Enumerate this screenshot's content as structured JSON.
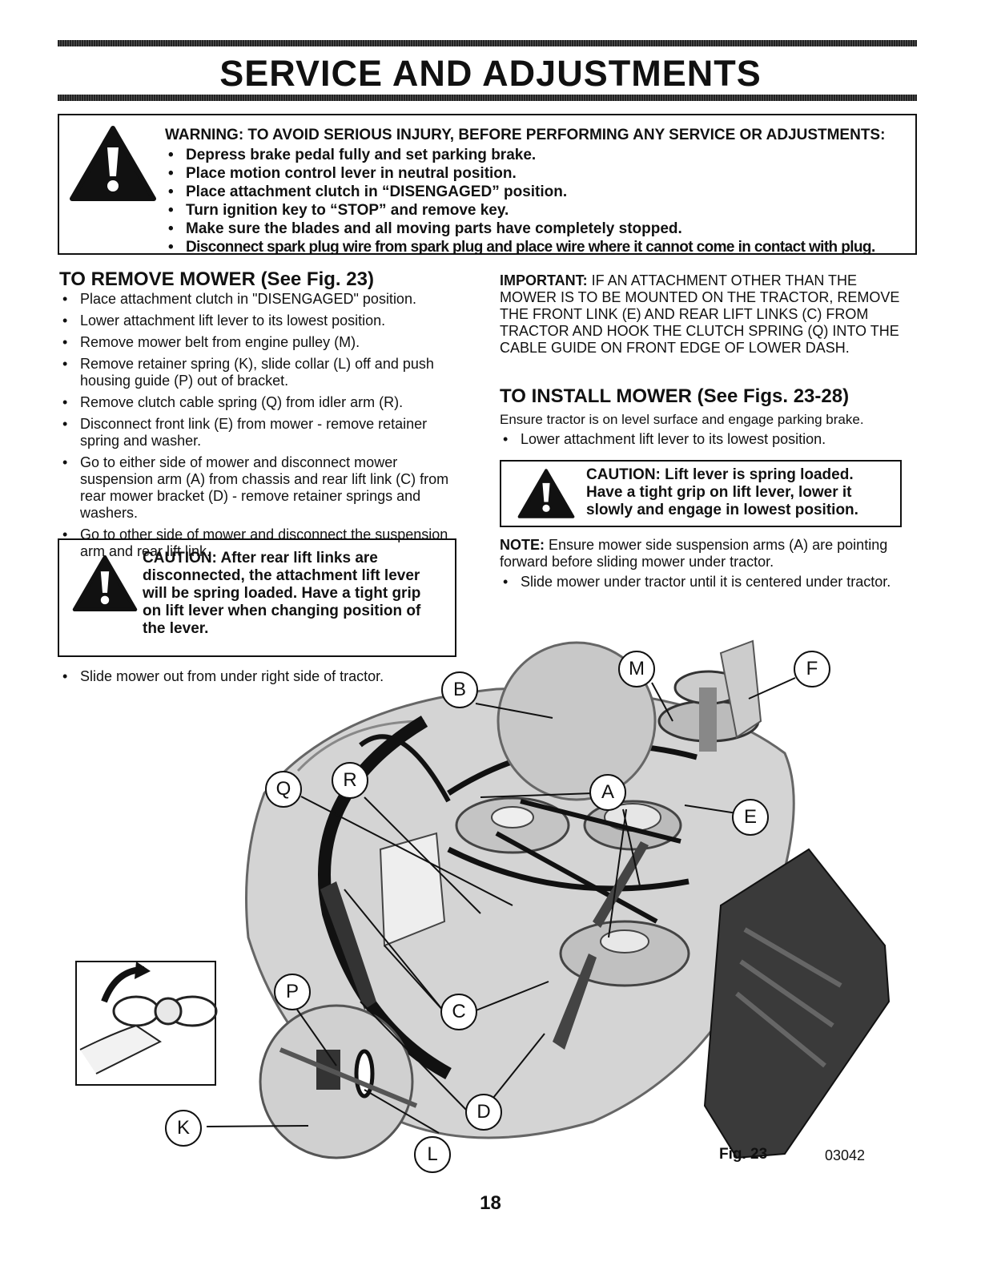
{
  "title": "SERVICE AND ADJUSTMENTS",
  "warning": {
    "heading": "WARNING: TO AVOID SERIOUS INJURY, BEFORE PERFORMING ANY SERVICE OR ADJUSTMENTS:",
    "items": [
      "Depress brake pedal fully and set parking brake.",
      "Place motion control lever in neutral position.",
      "Place attachment clutch in “DISENGAGED” position.",
      "Turn ignition key to “STOP” and remove key.",
      "Make sure the blades and all moving parts have completely stopped.",
      "Disconnect spark plug wire from spark plug and place wire where it cannot come in contact with plug."
    ]
  },
  "remove": {
    "heading": "TO REMOVE MOWER (See Fig. 23)",
    "steps": [
      "Place attachment clutch in \"DISENGAGED\" position.",
      "Lower attachment lift lever to its lowest position.",
      "Remove mower belt from engine pulley (M).",
      "Remove retainer spring (K), slide collar (L) off and push housing guide (P) out of bracket.",
      "Remove clutch cable spring (Q) from idler arm (R).",
      "Disconnect front link (E) from mower - remove retainer spring and washer.",
      "Go to either side of mower and disconnect mower suspension arm (A) from chassis and rear lift link (C) from rear mower bracket (D) - remove retainer springs and washers.",
      "Go to other side of mower and disconnect the suspension arm and rear lift link."
    ],
    "caution": "CAUTION: After rear lift links are disconnected, the attachment lift lever will be spring loaded. Have a tight grip on lift lever when changing position of the lever.",
    "last_step": "Slide mower out from under right side of tractor."
  },
  "important": {
    "label": "IMPORTANT:",
    "text": "IF AN ATTACHMENT OTHER THAN THE MOWER IS TO BE MOUNTED ON THE TRACTOR, REMOVE THE FRONT LINK (E) AND REAR LIFT LINKS (C) FROM TRACTOR AND HOOK THE CLUTCH SPRING (Q) INTO THE CABLE GUIDE ON FRONT EDGE OF LOWER DASH."
  },
  "install": {
    "heading": "TO INSTALL MOWER (See Figs. 23-28)",
    "intro": "Ensure tractor is on level surface and engage parking brake.",
    "step1": "Lower attachment lift lever to its lowest position.",
    "caution": "CAUTION: Lift lever is spring loaded. Have a tight grip on lift lever, lower it slowly and engage in lowest position.",
    "note_label": "NOTE:",
    "note_text": "Ensure mower side suspension arms (A) are pointing forward before sliding mower under tractor.",
    "step2": "Slide mower under tractor until it is centered under tractor."
  },
  "figure": {
    "labels": {
      "M": "M",
      "F": "F",
      "B": "B",
      "Q": "Q",
      "R": "R",
      "A": "A",
      "E": "E",
      "P": "P",
      "C": "C",
      "D": "D",
      "K": "K",
      "L": "L"
    },
    "caption": "Fig. 23",
    "number": "03042"
  },
  "page_number": "18",
  "colors": {
    "ink": "#111111",
    "deck": "#d4d4d4",
    "chute": "#3a3a3a"
  }
}
